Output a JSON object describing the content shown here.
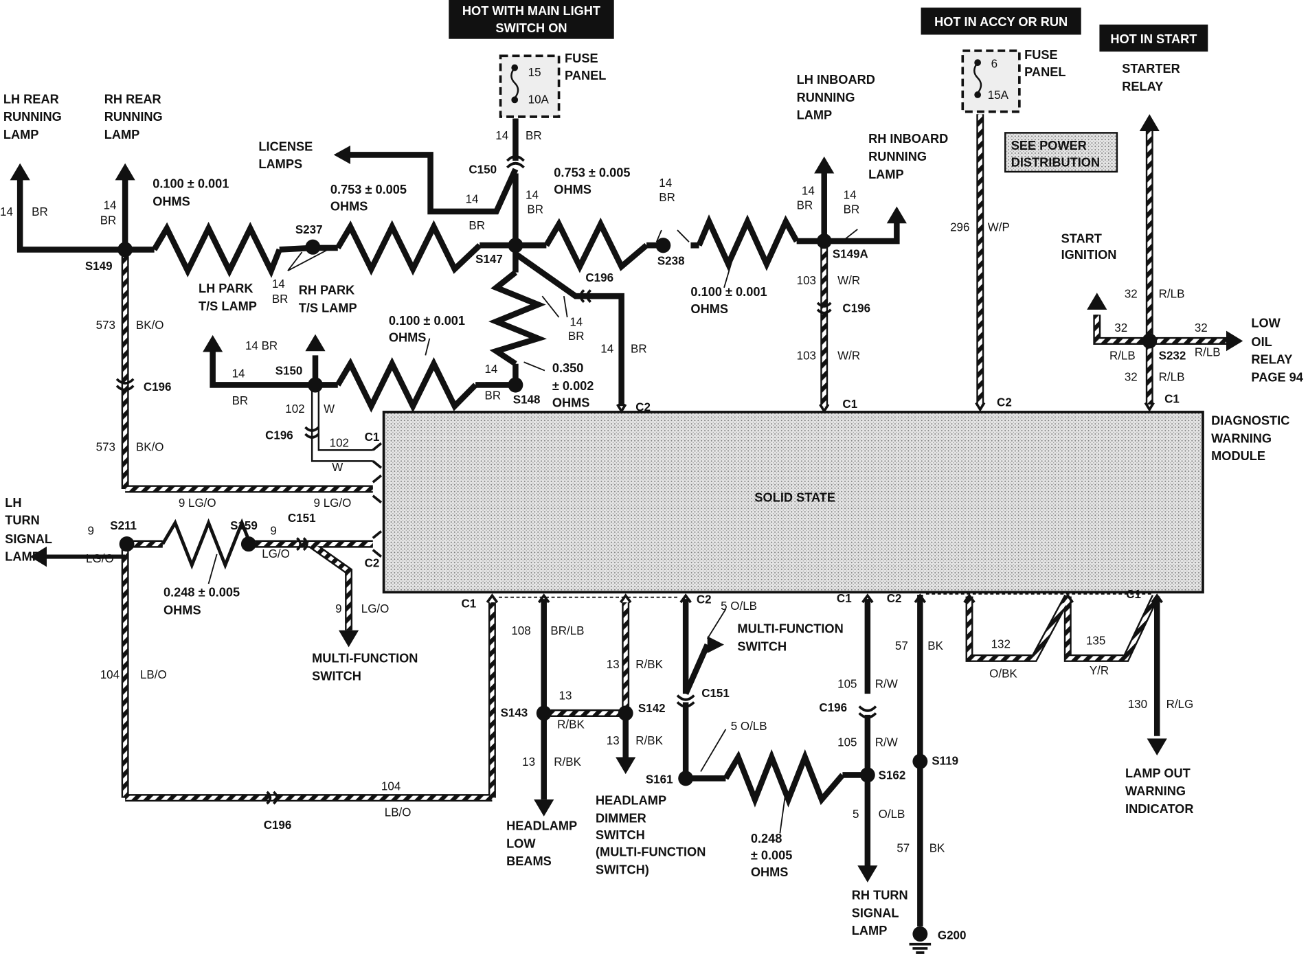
{
  "headers": {
    "main_light": [
      "HOT WITH MAIN LIGHT",
      "SWITCH ON"
    ],
    "accy_run": [
      "HOT IN ACCY OR RUN"
    ],
    "start": [
      "HOT IN START"
    ]
  },
  "fuses": {
    "fuse1": {
      "num": "15",
      "amp": "10A",
      "label": [
        "FUSE",
        "PANEL"
      ]
    },
    "fuse2": {
      "num": "6",
      "amp": "15A",
      "label": [
        "FUSE",
        "PANEL"
      ]
    }
  },
  "module": {
    "center": "SOLID STATE",
    "name": [
      "DIAGNOSTIC",
      "WARNING",
      "MODULE"
    ]
  },
  "see_power": [
    "SEE POWER",
    "DISTRIBUTION"
  ],
  "components": {
    "lh_rear": [
      "LH REAR",
      "RUNNING",
      "LAMP"
    ],
    "rh_rear": [
      "RH REAR",
      "RUNNING",
      "LAMP"
    ],
    "license": [
      "LICENSE",
      "LAMPS"
    ],
    "lh_park": [
      "LH PARK",
      "T/S LAMP"
    ],
    "rh_park": [
      "RH PARK",
      "T/S LAMP"
    ],
    "lh_inboard": [
      "LH INBOARD",
      "RUNNING",
      "LAMP"
    ],
    "rh_inboard": [
      "RH INBOARD",
      "RUNNING",
      "LAMP"
    ],
    "starter": [
      "STARTER",
      "RELAY"
    ],
    "start_ign": [
      "START",
      "IGNITION"
    ],
    "low_oil": [
      "LOW",
      "OIL",
      "RELAY",
      "PAGE 94"
    ],
    "lh_turn": [
      "LH",
      "TURN",
      "SIGNAL",
      "LAMP"
    ],
    "mfs1": [
      "MULTI-FUNCTION",
      "SWITCH"
    ],
    "mfs2": [
      "MULTI-FUNCTION",
      "SWITCH"
    ],
    "hl_low": [
      "HEADLAMP",
      "LOW",
      "BEAMS"
    ],
    "hl_dimmer": [
      "HEADLAMP",
      "DIMMER",
      "SWITCH",
      "(MULTI-FUNCTION",
      "SWITCH)"
    ],
    "rh_turn": [
      "RH TURN",
      "SIGNAL",
      "LAMP"
    ],
    "lamp_out": [
      "LAMP OUT",
      "WARNING",
      "INDICATOR"
    ]
  },
  "resistors": {
    "r1": [
      "0.100 ± 0.001",
      "OHMS"
    ],
    "r2": [
      "0.753 ± 0.005",
      "OHMS"
    ],
    "r3": [
      "0.753 ± 0.005",
      "OHMS"
    ],
    "r4": [
      "0.100 ± 0.001",
      "OHMS"
    ],
    "r5": [
      "0.100 ± 0.001",
      "OHMS"
    ],
    "r6": [
      "0.350",
      "± 0.002",
      "OHMS"
    ],
    "r7": [
      "0.248 ± 0.005",
      "OHMS"
    ],
    "r8": [
      "0.248",
      "± 0.005",
      "OHMS"
    ]
  },
  "splices": {
    "s149": "S149",
    "s237": "S237",
    "s147": "S147",
    "s238": "S238",
    "s149a": "S149A",
    "s150": "S150",
    "s148": "S148",
    "s232": "S232",
    "s211": "S211",
    "s159": "S159",
    "s143": "S143",
    "s142": "S142",
    "s161": "S161",
    "s162": "S162",
    "s119": "S119",
    "g200": "G200"
  },
  "connectors": {
    "c150": "C150",
    "c196_a": "C196",
    "c196_b": "C196",
    "c196_c": "C196",
    "c196_d": "C196",
    "c196_e": "C196",
    "c196_f": "C196",
    "c151_a": "C151",
    "c151_b": "C151",
    "m_c2_top": "C2",
    "m_c1_a": "C1",
    "m_c2_b": "C2",
    "m_c1_b": "C1",
    "m_c1_left": "C1",
    "m_c2_left": "C2",
    "m_c1_bot1": "C1",
    "m_c2_bot1": "C2",
    "m_c1_bot2": "C1",
    "m_c2_bot2": "C2",
    "m_c1_bot3": "C1"
  },
  "wires": {
    "w_14br_lh": [
      "14",
      "BR"
    ],
    "w_14br_rh": [
      "14",
      "BR"
    ],
    "w_14br_fuse": [
      "14",
      "BR"
    ],
    "w_14br_lic": [
      "14",
      "BR"
    ],
    "w_14br_s147": [
      "14",
      "BR"
    ],
    "w_14br_238": [
      "14",
      "BR"
    ],
    "w_14br_lhin": [
      "14",
      "BR"
    ],
    "w_14br_rhin": [
      "14",
      "BR"
    ],
    "w_14br_park": [
      "14",
      "BR"
    ],
    "w_14br_c196": [
      "14",
      "BR"
    ],
    "w_14br_r": [
      "14",
      "BR"
    ],
    "w_14br_150": "14 BR",
    "w_14br_150l": [
      "14",
      "BR"
    ],
    "w_14br_148": [
      "14",
      "BR"
    ],
    "w_573a": [
      "573",
      "BK/O"
    ],
    "w_573b": [
      "573",
      "BK/O"
    ],
    "w_102a": [
      "102",
      "W"
    ],
    "w_102b": [
      "102",
      "W"
    ],
    "w_103a": [
      "103",
      "W/R"
    ],
    "w_103b": [
      "103",
      "W/R"
    ],
    "w_296": [
      "296",
      "W/P"
    ],
    "w_32a": [
      "32",
      "R/LB"
    ],
    "w_32b": [
      "32",
      "R/LB"
    ],
    "w_32c": [
      "32",
      "R/LB"
    ],
    "w_32d": [
      "32",
      "R/LB"
    ],
    "w_9a": "9 LG/O",
    "w_9b": "9 LG/O",
    "w_9c": [
      "9",
      "LG/O"
    ],
    "w_9d": [
      "9",
      "LG/O"
    ],
    "w_9e": [
      "9",
      "LG/O"
    ],
    "w_104a": [
      "104",
      "LB/O"
    ],
    "w_104b": [
      "104",
      "LB/O"
    ],
    "w_108": [
      "108",
      "BR/LB"
    ],
    "w_13a": [
      "13",
      "R/BK"
    ],
    "w_13b": [
      "13",
      "R/BK"
    ],
    "w_13c": [
      "13",
      "R/BK"
    ],
    "w_13d": [
      "13",
      "R/BK"
    ],
    "w_5a": "5 O/LB",
    "w_5b": "5 O/LB",
    "w_5c": [
      "5",
      "O/LB"
    ],
    "w_105a": [
      "105",
      "R/W"
    ],
    "w_105b": [
      "105",
      "R/W"
    ],
    "w_57a": [
      "57",
      "BK"
    ],
    "w_57b": [
      "57",
      "BK"
    ],
    "w_132": [
      "132",
      "O/BK"
    ],
    "w_135": [
      "135",
      "Y/R"
    ],
    "w_130": [
      "130",
      "R/LG"
    ]
  }
}
